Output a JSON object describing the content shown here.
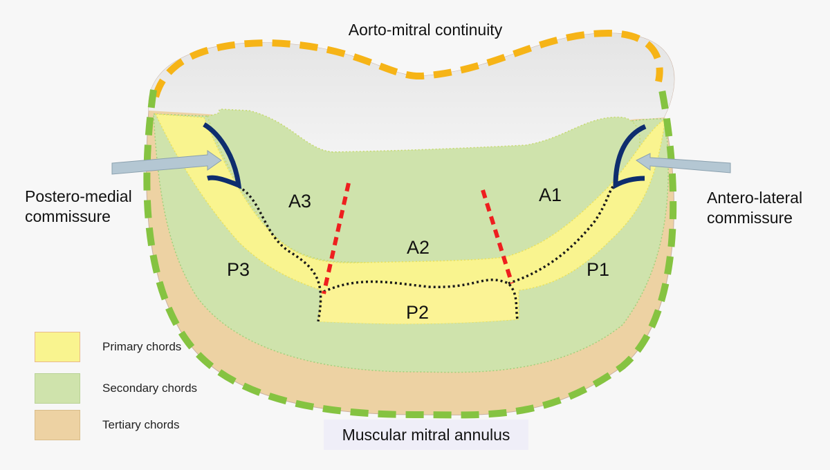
{
  "diagram": {
    "title_top": "Aorto-mitral continuity",
    "title_bottom": "Muscular mitral annulus",
    "commissure_left": [
      "Postero-medial",
      "commissure"
    ],
    "commissure_right": [
      "Antero-lateral",
      "commissure"
    ],
    "segments": {
      "A1": "A1",
      "A2": "A2",
      "A3": "A3",
      "P1": "P1",
      "P2": "P2",
      "P3": "P3"
    }
  },
  "legend": [
    {
      "label": "Primary chords",
      "color": "#f9f48f",
      "border": "#e9b98b"
    },
    {
      "label": "Secondary chords",
      "color": "#cfe3ac",
      "border": "#b9d296"
    },
    {
      "label": "Tertiary chords",
      "color": "#edd2a3",
      "border": "#d9bd8a"
    }
  ],
  "colors": {
    "aortic_rim": "#f6b417",
    "muscular_rim": "#85c341",
    "commissure": "#0e2d6e",
    "cleft": "#ee1f1f",
    "coaptation": "#1a1a1a",
    "arrow": "#b4c7d3"
  }
}
